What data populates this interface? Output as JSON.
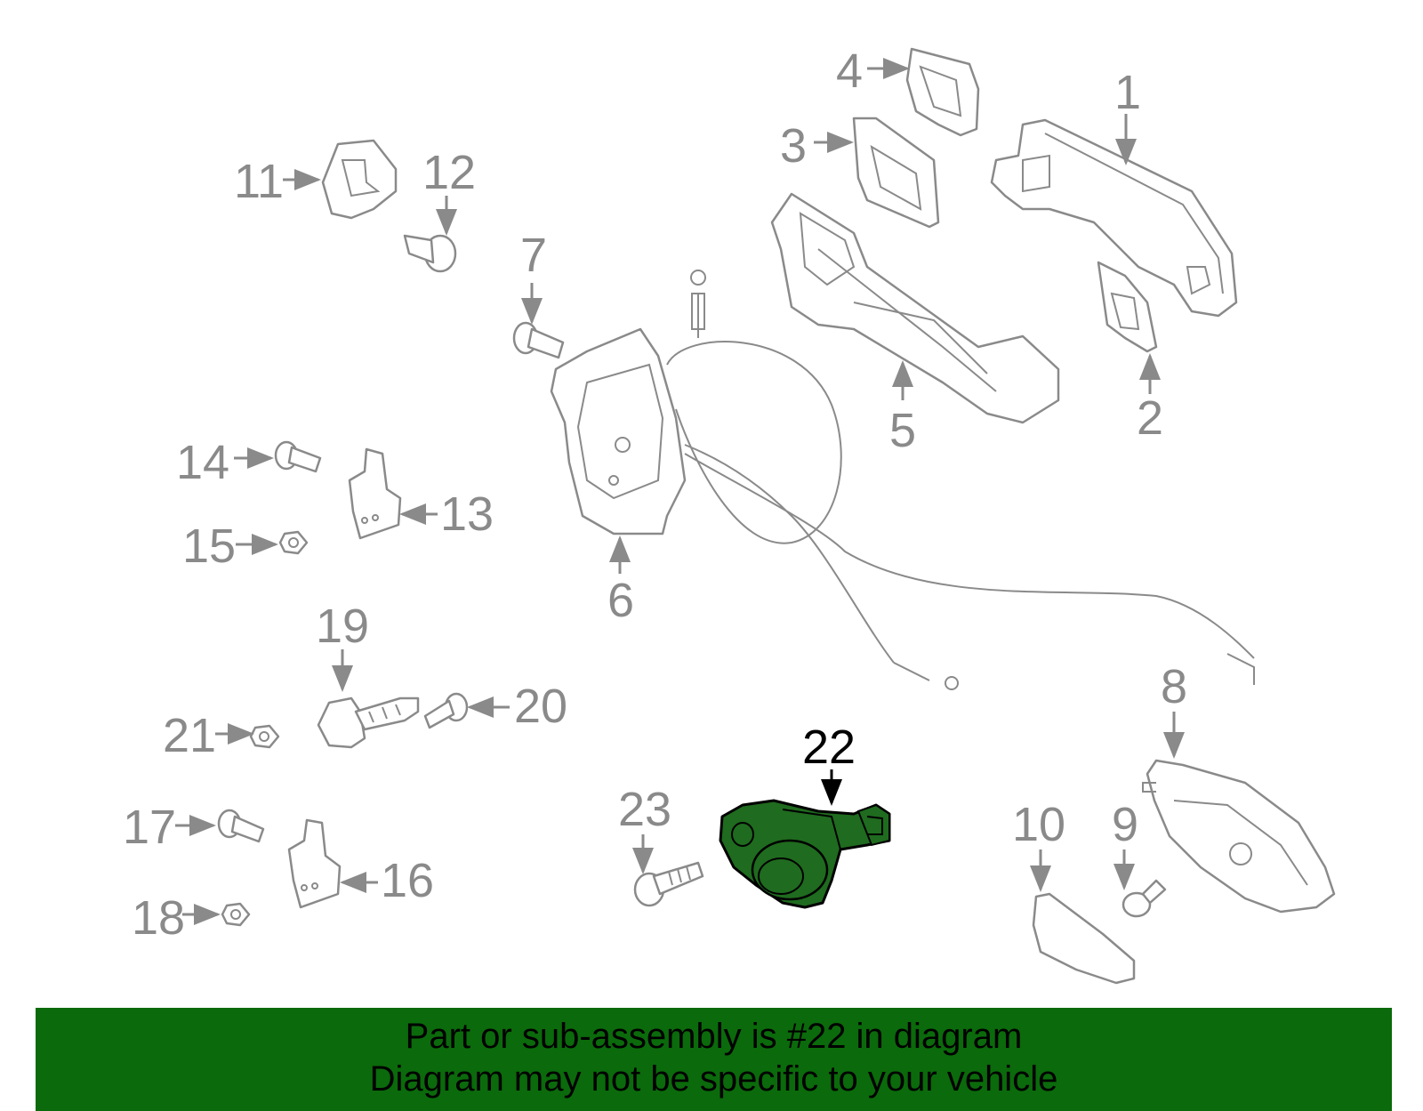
{
  "colors": {
    "line": "#8a8a8a",
    "highlight_fill": "#1f6b1f",
    "highlight_stroke": "#000000",
    "banner_bg": "#0b6a0b",
    "banner_text": "#000000"
  },
  "highlighted_part": "22",
  "callouts": {
    "c1": "1",
    "c2": "2",
    "c3": "3",
    "c4": "4",
    "c5": "5",
    "c6": "6",
    "c7": "7",
    "c8": "8",
    "c9": "9",
    "c10": "10",
    "c11": "11",
    "c12": "12",
    "c13": "13",
    "c14": "14",
    "c15": "15",
    "c16": "16",
    "c17": "17",
    "c18": "18",
    "c19": "19",
    "c20": "20",
    "c21": "21",
    "c22": "22",
    "c23": "23"
  },
  "banner": {
    "line1": "Part or sub-assembly is #22 in diagram",
    "line2": "Diagram may not be specific to your vehicle"
  }
}
